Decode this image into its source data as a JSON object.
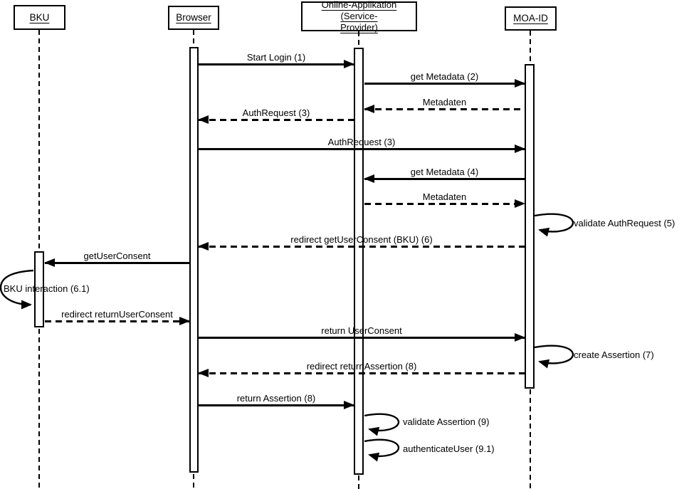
{
  "colors": {
    "line": "#000000",
    "background": "#ffffff",
    "box_fill": "#ffffff"
  },
  "actors": [
    {
      "name": "BKU",
      "label": "BKU"
    },
    {
      "name": "Browser",
      "label": "Browser"
    },
    {
      "name": "Online-Applikation (Service-Provider)",
      "label": "Online-Applikation (Service-Provider)",
      "lines": [
        "Online-Applikation (Service-",
        "Provider)"
      ]
    },
    {
      "name": "MOA-ID",
      "label": "MOA-ID"
    }
  ],
  "messages": [
    {
      "label": "Start Login (1)",
      "from": "Browser",
      "to": "Online-Applikation (Service-Provider)",
      "line": "solid"
    },
    {
      "label": "get Metadata (2)",
      "from": "Online-Applikation (Service-Provider)",
      "to": "MOA-ID",
      "line": "solid"
    },
    {
      "label": "Metadaten",
      "from": "MOA-ID",
      "to": "Online-Applikation (Service-Provider)",
      "line": "dashed"
    },
    {
      "label": "AuthRequest (3)",
      "from": "Online-Applikation (Service-Provider)",
      "to": "Browser",
      "line": "dashed"
    },
    {
      "label": "AuthRequest (3)",
      "from": "Browser",
      "to": "MOA-ID",
      "line": "solid"
    },
    {
      "label": "get Metadata (4)",
      "from": "MOA-ID",
      "to": "Online-Applikation (Service-Provider)",
      "line": "solid"
    },
    {
      "label": "Metadaten",
      "from": "Online-Applikation (Service-Provider)",
      "to": "MOA-ID",
      "line": "dashed"
    },
    {
      "label": "redirect getUserConsent (BKU) (6)",
      "from": "MOA-ID",
      "to": "Browser",
      "line": "dashed"
    },
    {
      "label": "getUserConsent",
      "from": "Browser",
      "to": "BKU",
      "line": "solid"
    },
    {
      "label": "redirect returnUserConsent",
      "from": "BKU",
      "to": "Browser",
      "line": "dashed"
    },
    {
      "label": "return UserConsent",
      "from": "Browser",
      "to": "MOA-ID",
      "line": "solid"
    },
    {
      "label": "redirect returnAssertion (8)",
      "from": "MOA-ID",
      "to": "Browser",
      "line": "dashed"
    },
    {
      "label": "return Assertion (8)",
      "from": "Browser",
      "to": "Online-Applikation (Service-Provider)",
      "line": "solid"
    }
  ],
  "self_messages": [
    {
      "label": "validate AuthRequest (5)",
      "actor": "MOA-ID"
    },
    {
      "label": "BKU interaction (6.1)",
      "actor": "BKU"
    },
    {
      "label": "create Assertion (7)",
      "actor": "MOA-ID"
    },
    {
      "label": "validate Assertion (9)",
      "actor": "Online-Applikation (Service-Provider)"
    },
    {
      "label": "authenticateUser (9.1)",
      "actor": "Online-Applikation (Service-Provider)"
    }
  ]
}
